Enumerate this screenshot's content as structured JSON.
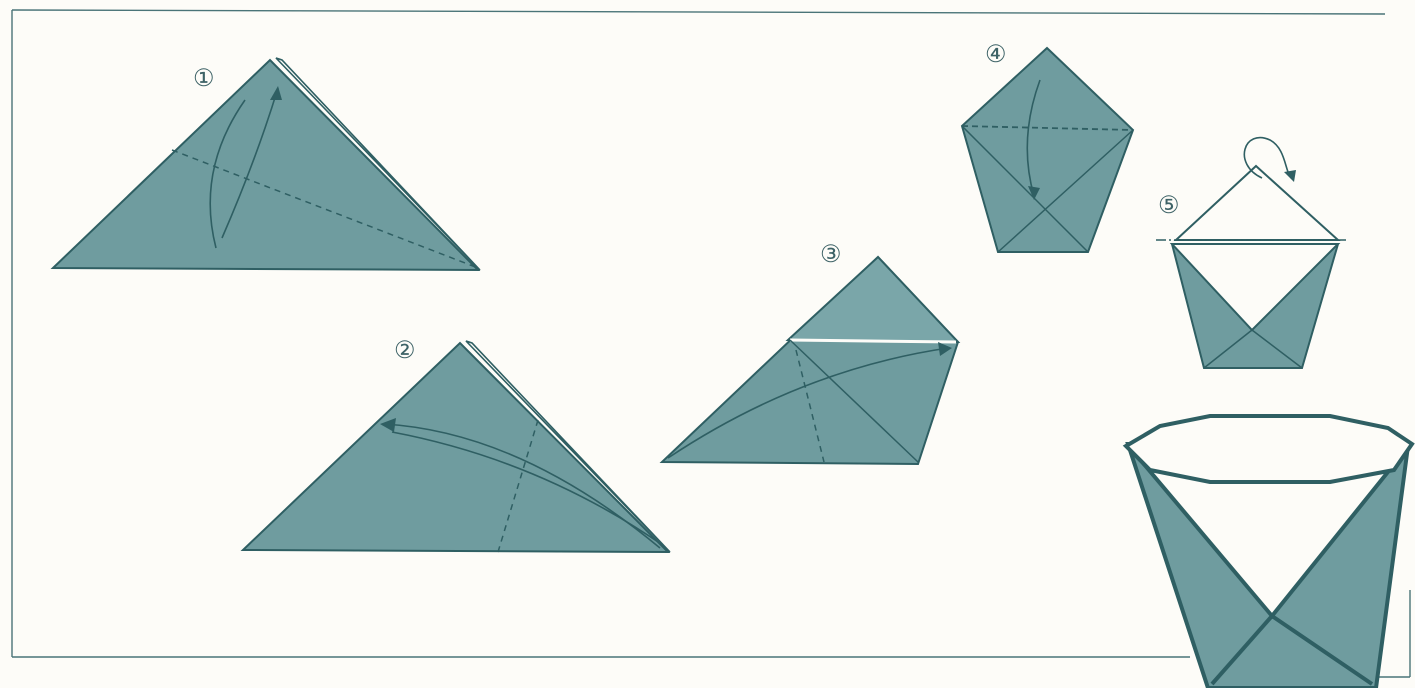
{
  "colors": {
    "paper": "#fdfcf8",
    "fill": "#6f9c9f",
    "fill_dark": "#5f8c90",
    "ink": "#2f5f63",
    "frame": "#4a7478"
  },
  "steps": [
    {
      "label": "①"
    },
    {
      "label": "②"
    },
    {
      "label": "③"
    },
    {
      "label": "④"
    },
    {
      "label": "⑤"
    }
  ]
}
